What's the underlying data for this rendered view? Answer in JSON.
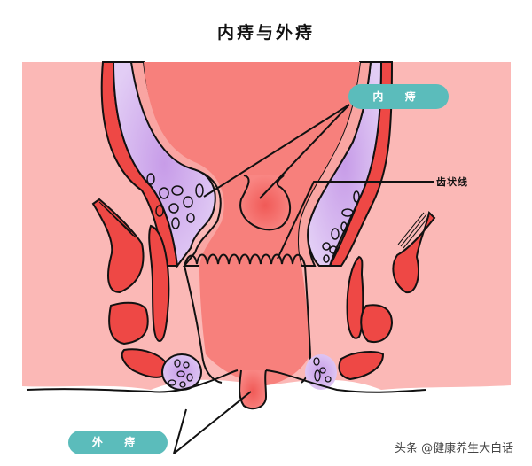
{
  "title": "内痔与外痔",
  "labels": {
    "internal_hemorrhoid": "内 痔",
    "external_hemorrhoid": "外 痔",
    "dentate_line": "齿状线"
  },
  "watermark": "头条 @健康养生大白话",
  "colors": {
    "outer_tissue": "#fbb8b6",
    "lumen": "#f7807c",
    "muscle": "#ee4845",
    "vascular_plexus": "#dcc2f0",
    "mucosa": "#f9a5a2",
    "label_pill": "#5bbcbb",
    "outline": "#111111"
  }
}
